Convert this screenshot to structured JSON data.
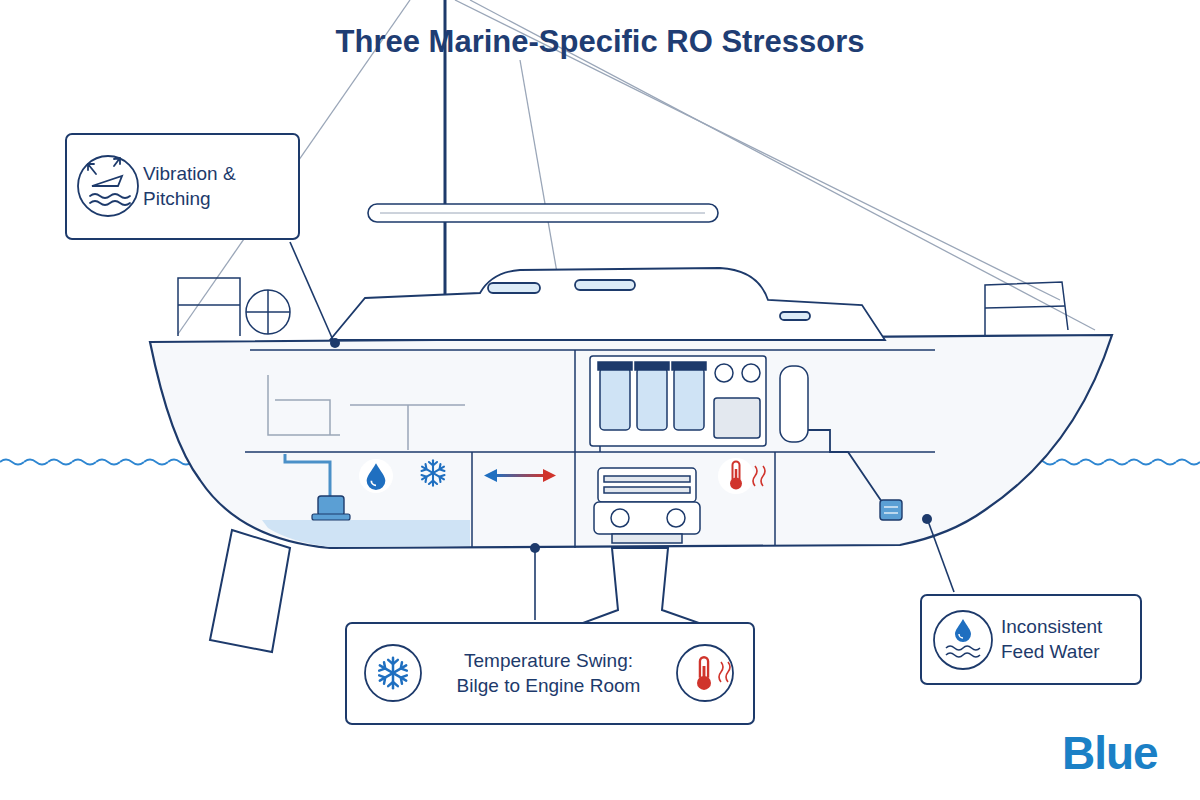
{
  "diagram": {
    "title": "Three Marine-Specific RO Stressors",
    "nodes": [
      {
        "text": [
          "Vibration & Pitching"
        ]
      },
      {
        "text": [
          "Temperature Swing: Bilge to Engine Room"
        ]
      },
      {
        "text": [
          "Inconsistent Feed Water"
        ]
      }
    ],
    "labels": [
      "Blue"
    ]
  }
}
